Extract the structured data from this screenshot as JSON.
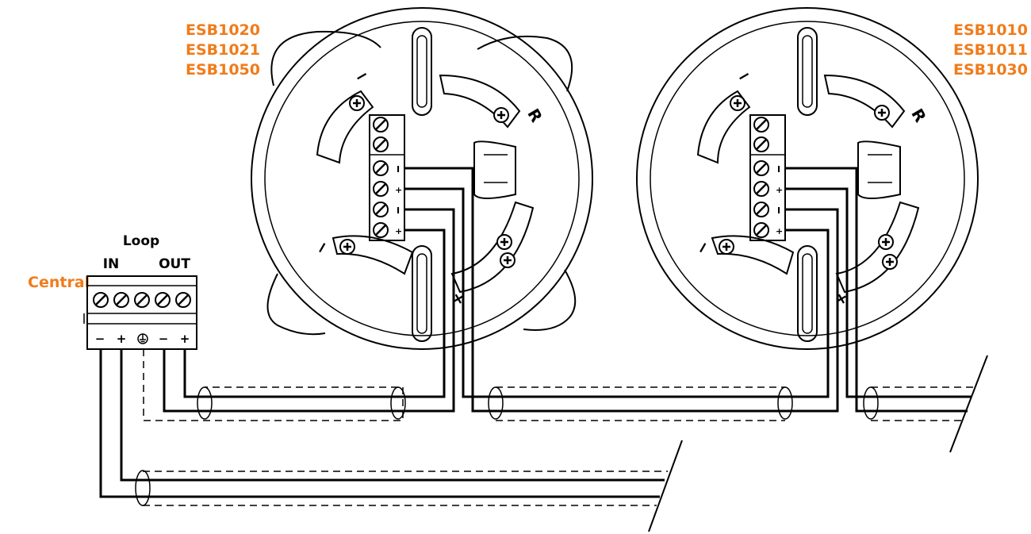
{
  "detector_left": {
    "models": [
      "ESB1020",
      "ESB1021",
      "ESB1050"
    ],
    "pole_labels": {
      "top": "−",
      "left": "−",
      "right": "R",
      "bottom": "+"
    },
    "terminal_marks": [
      "I",
      "+",
      "I",
      "+"
    ]
  },
  "detector_right": {
    "models": [
      "ESB1010",
      "ESB1011",
      "ESB1030"
    ],
    "pole_labels": {
      "top": "−",
      "left": "−",
      "right": "R",
      "bottom": "+"
    },
    "terminal_marks": [
      "I",
      "+",
      "I",
      "+"
    ]
  },
  "central": {
    "label": "Central",
    "loop_label": "Loop",
    "in_label": "IN",
    "out_label": "OUT",
    "terminal_labels": [
      "−",
      "+",
      "⏚",
      "−",
      "+"
    ]
  }
}
